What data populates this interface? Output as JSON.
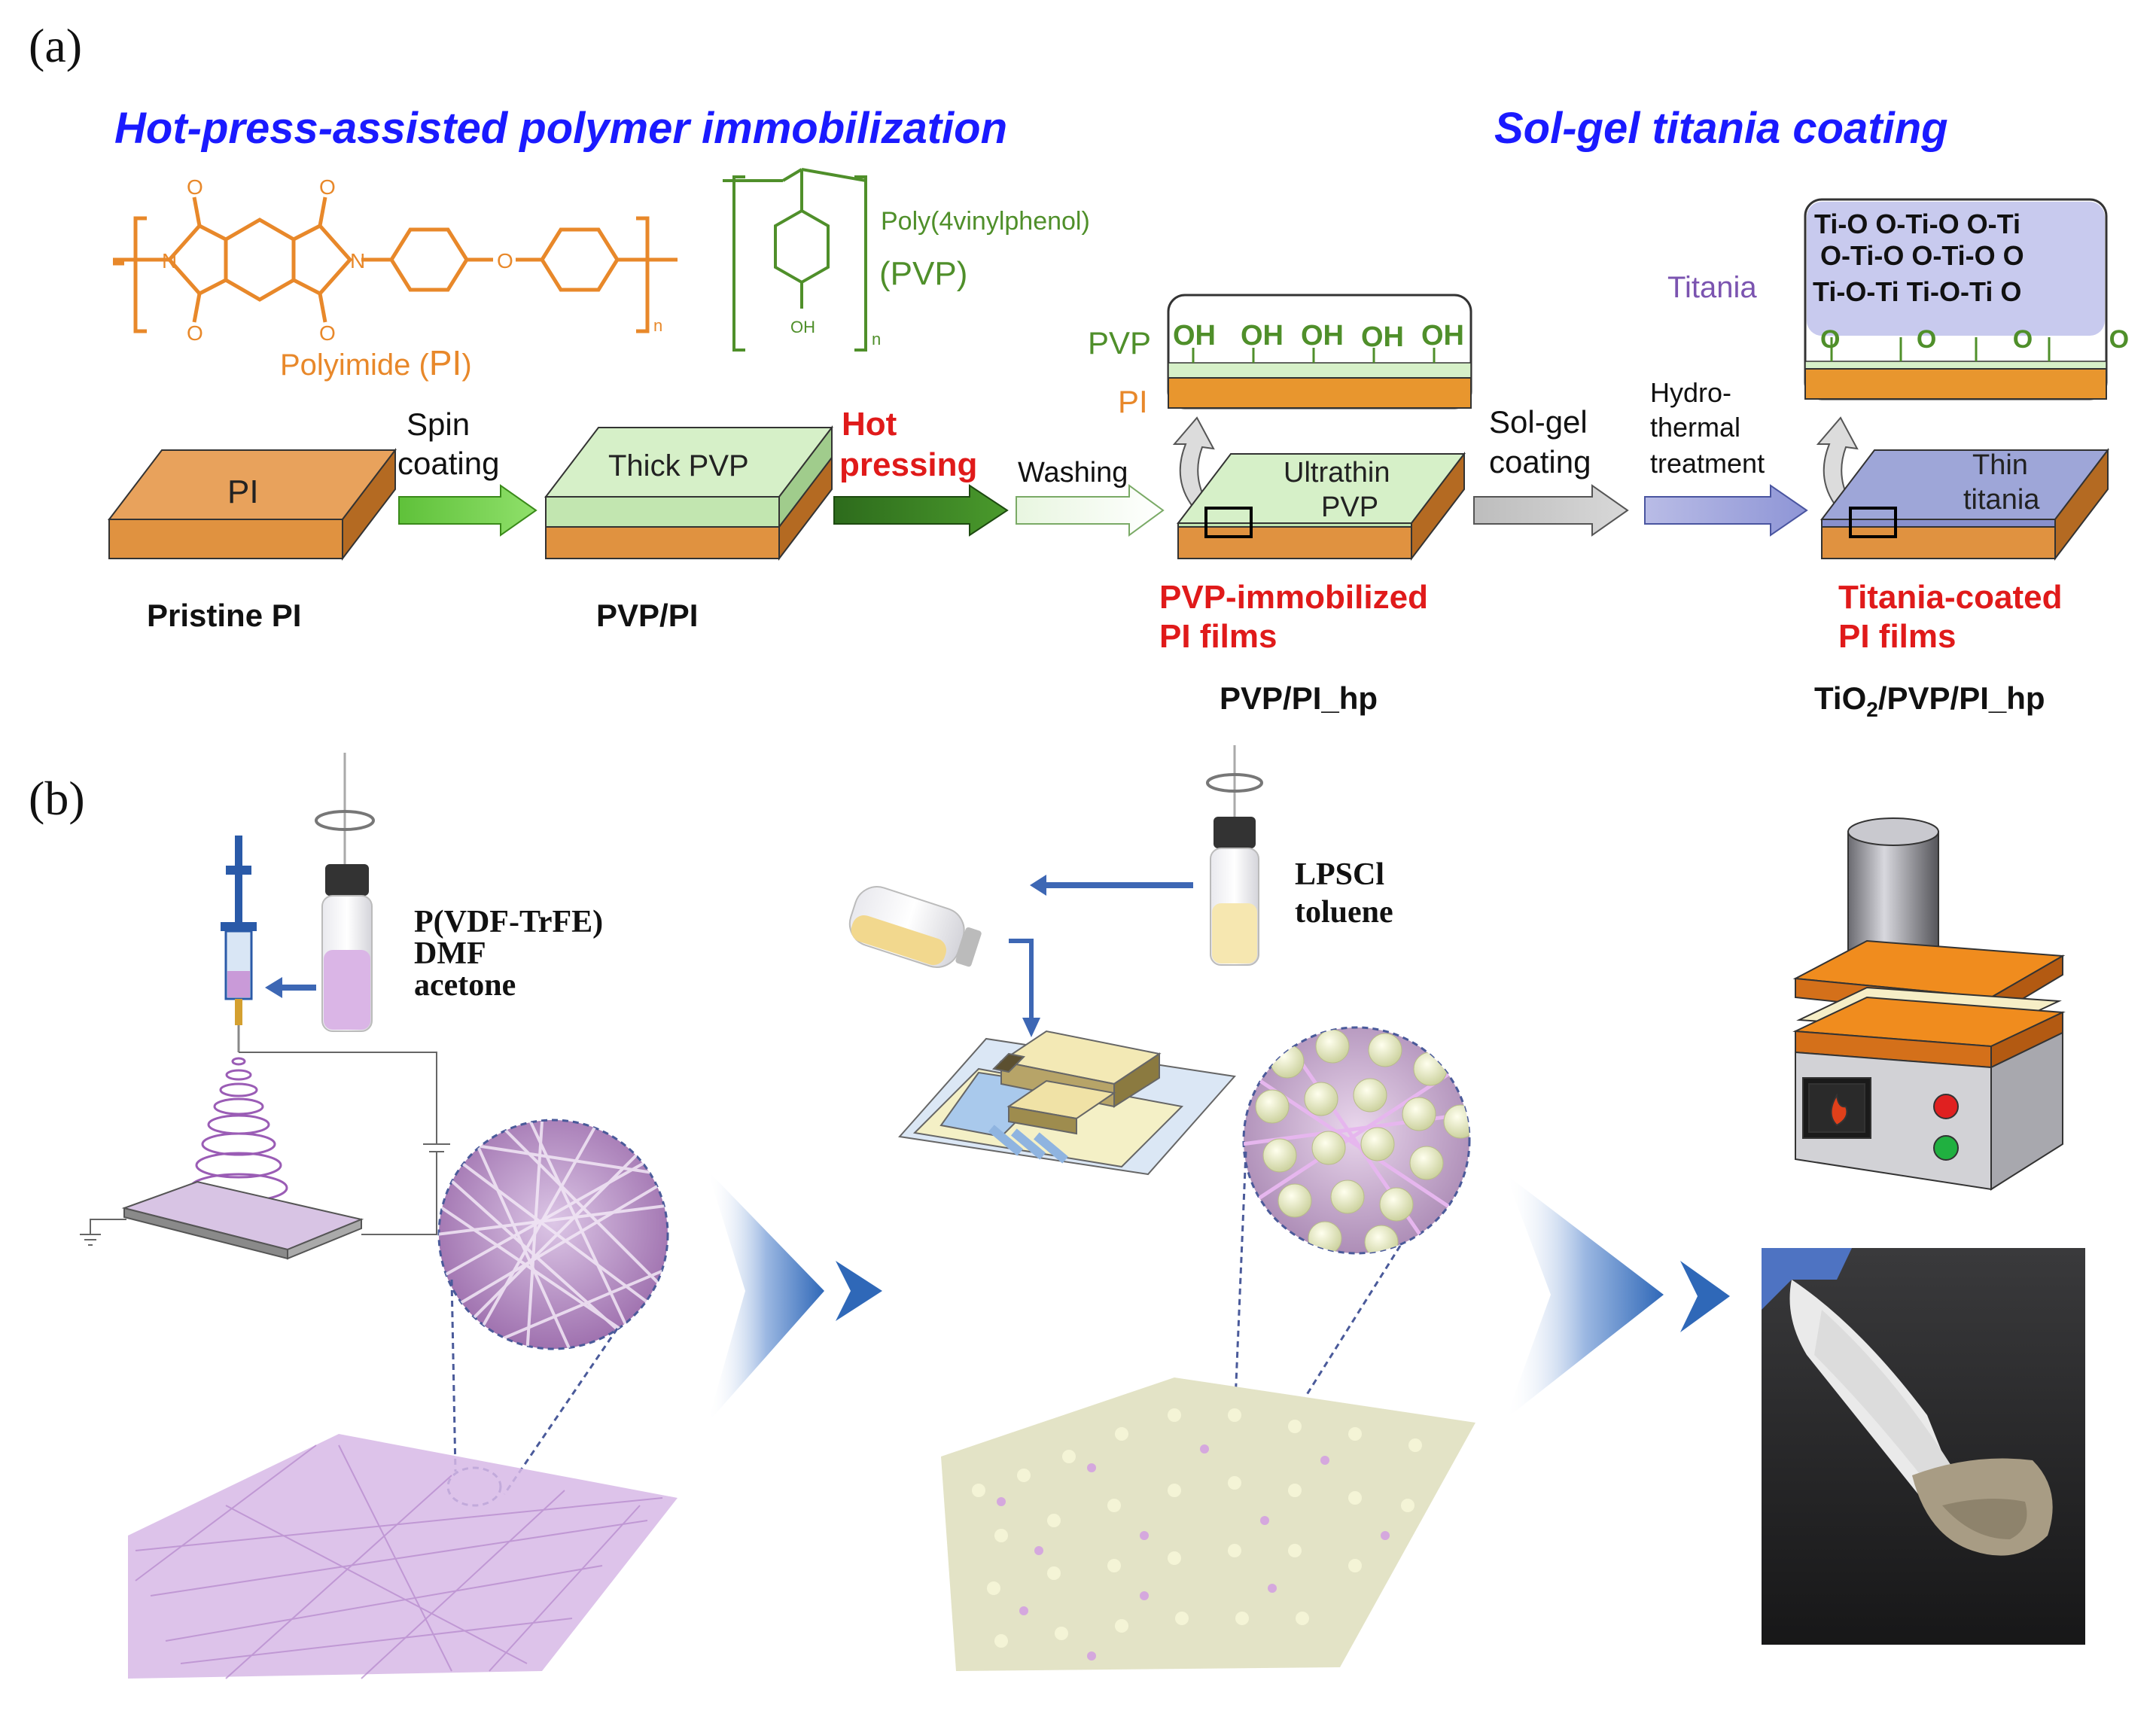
{
  "panel_a": {
    "label": "(a)",
    "header_left": "Hot-press-assisted polymer immobilization",
    "header_right": "Sol-gel titania coating",
    "pi_structure": {
      "caption_prefix": "Polyimide (",
      "caption_abbrev": "PI",
      "caption_suffix": ")",
      "atom_o": "O",
      "atom_n": "N",
      "subscript": "n"
    },
    "pvp_structure": {
      "name": "Poly(4vinylphenol)",
      "abbrev": "(PVP)",
      "oh": "OH",
      "subscript": "n"
    },
    "stage_pristine": {
      "block_label": "PI",
      "caption": "Pristine PI"
    },
    "step_spin": {
      "line1": "Spin",
      "line2": "coating"
    },
    "stage_pvp_pi": {
      "block_label": "Thick PVP",
      "caption": "PVP/PI"
    },
    "step_hot": {
      "line1": "Hot",
      "line2": "pressing"
    },
    "step_wash": {
      "label": "Washing"
    },
    "zoom_pvp": {
      "oh_groups": [
        "OH",
        "OH",
        "OH",
        "OH",
        "OH"
      ],
      "label_pvp": "PVP",
      "label_pi": "PI"
    },
    "stage_immobilized": {
      "block_line1": "Ultrathin",
      "block_line2": "PVP",
      "red_line1": "PVP-immobilized",
      "red_line2": "PI films",
      "caption": "PVP/PI_hp"
    },
    "step_solgel": {
      "line1": "Sol-gel",
      "line2": "coating"
    },
    "step_hydro": {
      "line1": "Hydro-",
      "line2": "thermal",
      "line3": "treatment"
    },
    "zoom_titania": {
      "label": "Titania",
      "row1": "Ti-O O-Ti-O O-Ti",
      "row2": "O-Ti-O O-Ti-O O",
      "row3": "Ti-O-Ti Ti-O-Ti O",
      "row4": "O O O O O"
    },
    "stage_titania": {
      "block_line1": "Thin",
      "block_line2": "titania",
      "red_line1": "Titania-coated",
      "red_line2": "PI films",
      "caption_pre": "TiO",
      "caption_sub": "2",
      "caption_post": "/PVP/PI_hp"
    }
  },
  "panel_b": {
    "label": "(b)",
    "solution1": [
      "P(VDF-TrFE)",
      "DMF",
      "acetone"
    ],
    "solution2": [
      "LPSCl",
      "toluene"
    ]
  },
  "colors": {
    "blue_title": "#1a1aff",
    "orange": "#e8882a",
    "pi_block": "#e8a25c",
    "pvp_green": "#4f8f2a",
    "red_text": "#e01a1a",
    "titania_purple": "#7b54b0",
    "light_green": "#d6f0c8",
    "thin_titania": "#9ea6d8"
  }
}
